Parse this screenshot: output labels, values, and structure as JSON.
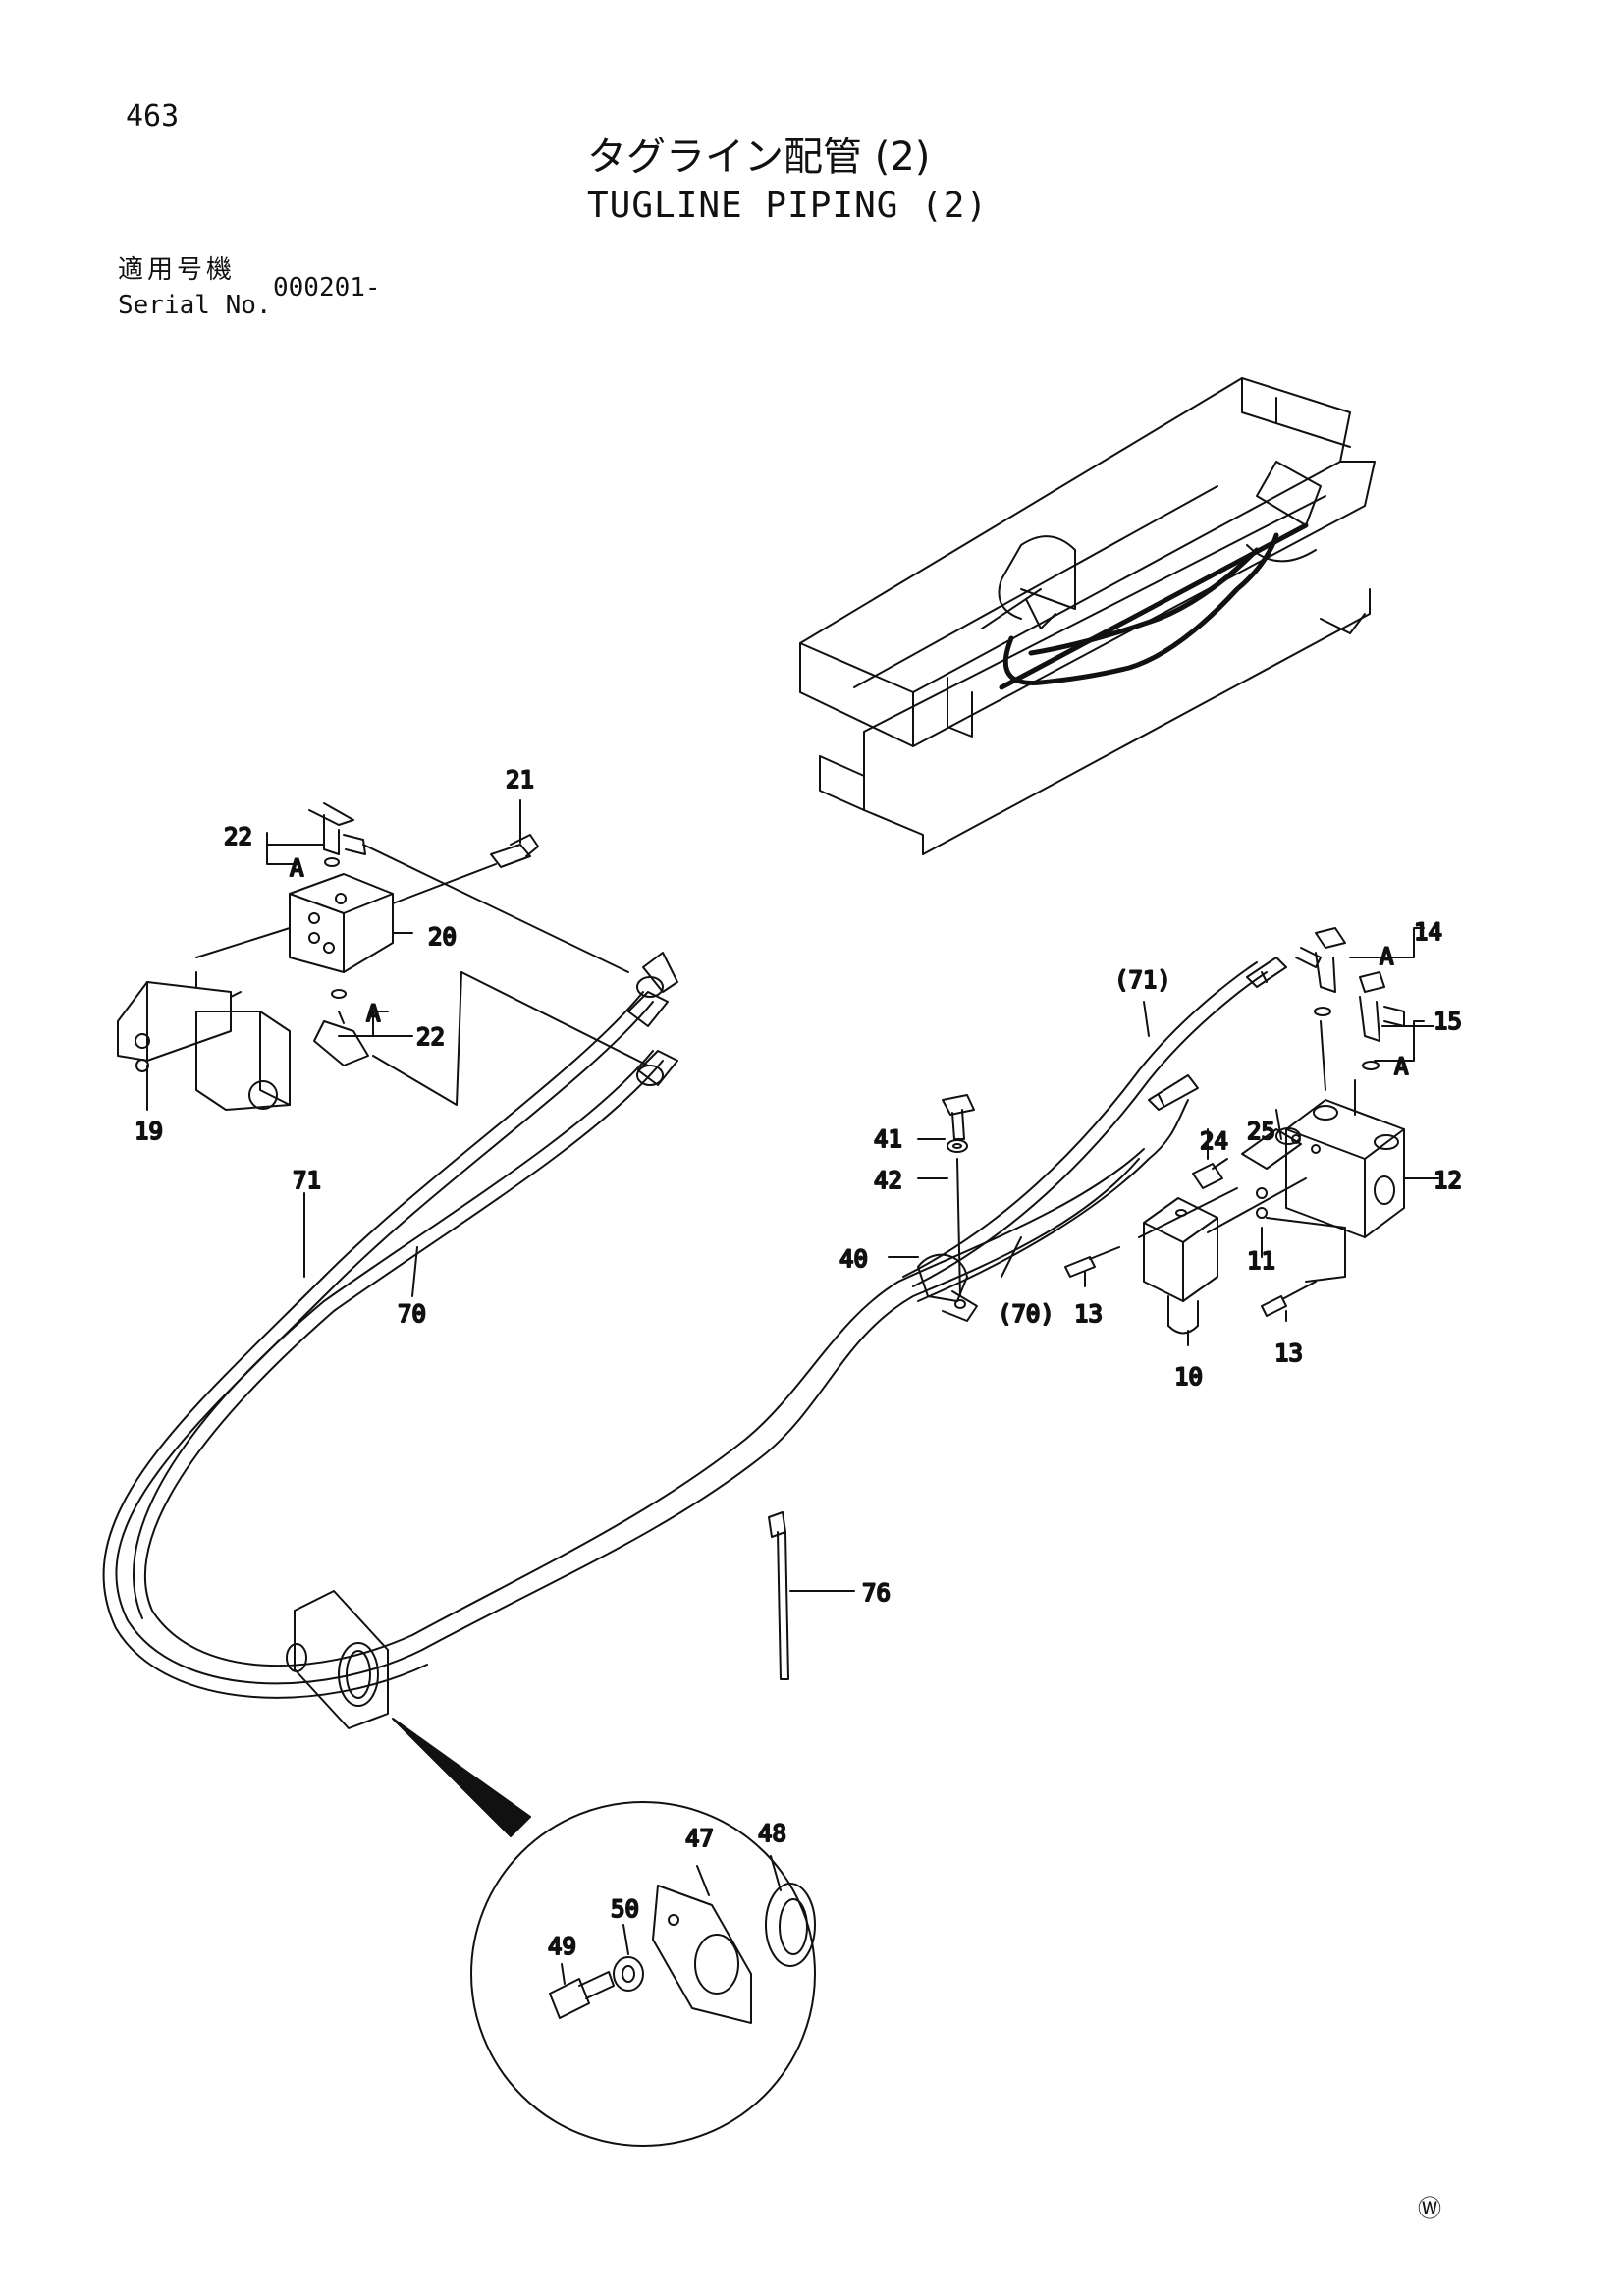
{
  "header": {
    "page_number": "463",
    "title_jp": "タグライン配管 (2)",
    "title_en": "TUGLINE PIPING (2)",
    "serial_label_jp": "適用号機",
    "serial_label_en": "Serial No.",
    "serial_value": "000201-"
  },
  "footer": {
    "mark": "Ⓦ"
  },
  "callouts": {
    "c10": "10",
    "c11": "11",
    "c12": "12",
    "c13a": "13",
    "c13b": "13",
    "c14": "14",
    "c15": "15",
    "c19": "19",
    "c20": "20",
    "c21": "21",
    "c22a": "22",
    "c22b": "22",
    "c24": "24",
    "c25": "25",
    "c40": "40",
    "c41": "41",
    "c42": "42",
    "c47": "47",
    "c48": "48",
    "c49": "49",
    "c50": "50",
    "c70": "70",
    "c70p": "(70)",
    "c71": "71",
    "c71p": "(71)",
    "c76": "76",
    "a1": "A",
    "a2": "A",
    "a3": "A",
    "a4": "A"
  }
}
